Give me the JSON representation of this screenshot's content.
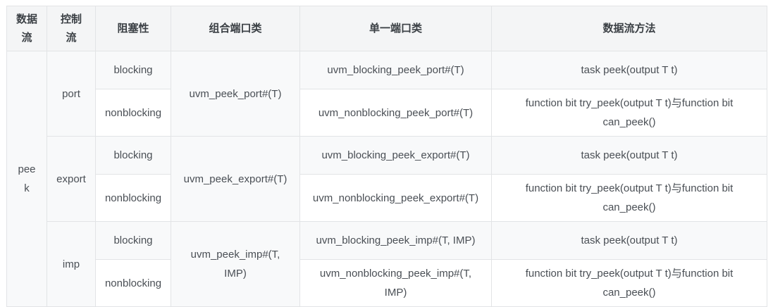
{
  "colors": {
    "row_stripe": "#f8f9fa",
    "header_bg": "#f4f5f6",
    "border": "#e2e4e6",
    "body_text": "#4a4f55",
    "header_text": "#3b4045"
  },
  "table": {
    "headers": [
      "数据流",
      "控制流",
      "阻塞性",
      "组合端口类",
      "单一端口类",
      "数据流方法"
    ],
    "data_flow": "peek",
    "groups": [
      {
        "control_flow": "port",
        "combined_class": "uvm_peek_port#(T)",
        "blocking": {
          "label": "blocking",
          "single_class": "uvm_blocking_peek_port#(T)",
          "method": "task peek(output T t)"
        },
        "nonblocking": {
          "label": "nonblocking",
          "single_class": "uvm_nonblocking_peek_port#(T)",
          "method": "function bit try_peek(output T t)与function bit can_peek()"
        }
      },
      {
        "control_flow": "export",
        "combined_class": "uvm_peek_export#(T)",
        "blocking": {
          "label": "blocking",
          "single_class": "uvm_blocking_peek_export#(T)",
          "method": "task peek(output T t)"
        },
        "nonblocking": {
          "label": "nonblocking",
          "single_class": "uvm_nonblocking_peek_export#(T)",
          "method": "function bit try_peek(output T t)与function bit can_peek()"
        }
      },
      {
        "control_flow": "imp",
        "combined_class": "uvm_peek_imp#(T, IMP)",
        "blocking": {
          "label": "blocking",
          "single_class": "uvm_blocking_peek_imp#(T, IMP)",
          "method": "task peek(output T t)"
        },
        "nonblocking": {
          "label": "nonblocking",
          "single_class": "uvm_nonblocking_peek_imp#(T, IMP)",
          "method": "function bit try_peek(output T t)与function bit can_peek()"
        }
      }
    ]
  }
}
